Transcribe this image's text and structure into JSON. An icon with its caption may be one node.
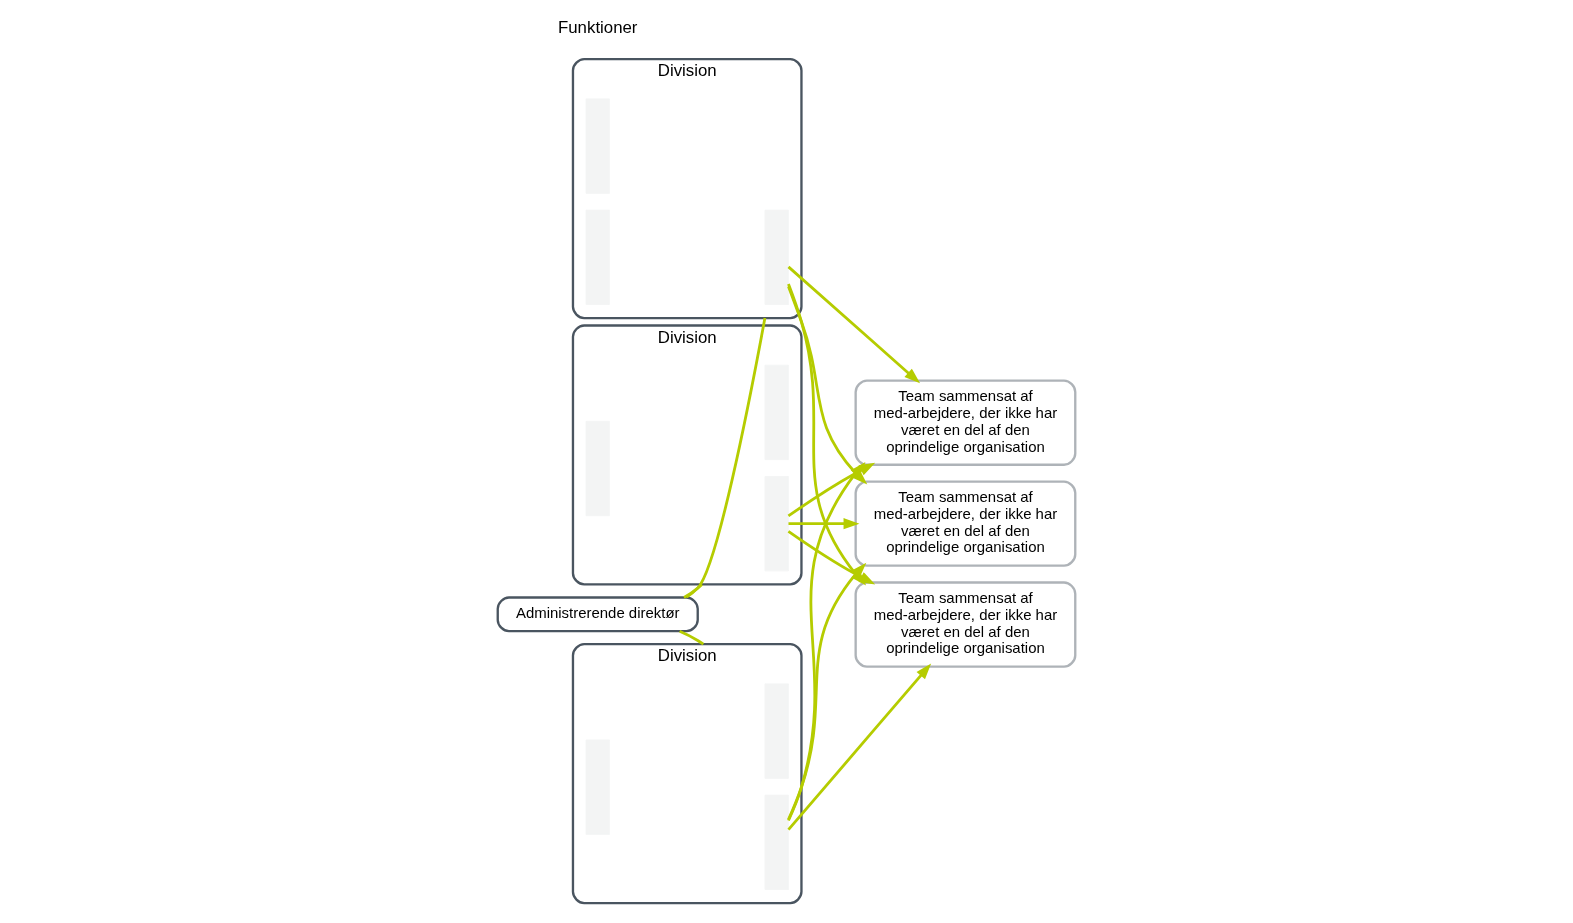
{
  "diagram": {
    "nodes": [
      {
        "text": [
          "Administrerende direktør"
        ]
      },
      {
        "text": [
          "Division"
        ]
      },
      {
        "text": [],
        "shape": "bar",
        "in": 1
      },
      {
        "text": [],
        "shape": "bar",
        "in": 1
      },
      {
        "text": [],
        "shape": "bar",
        "in": 1
      },
      {
        "text": [
          "Division"
        ]
      },
      {
        "text": [],
        "shape": "bar",
        "in": 5
      },
      {
        "text": [],
        "shape": "bar",
        "in": 5
      },
      {
        "text": [],
        "shape": "bar",
        "in": 5
      },
      {
        "text": [
          "Division"
        ]
      },
      {
        "text": [],
        "shape": "bar",
        "in": 9
      },
      {
        "text": [],
        "shape": "bar",
        "in": 9
      },
      {
        "text": [],
        "shape": "bar",
        "in": 9
      },
      {
        "text": [
          "Team sammensat af med-arbejdere, der ikke har været en del af den oprindelige organisation"
        ]
      },
      {
        "text": [
          "Team sammensat af med-arbejdere, der ikke har været en del af den oprindelige organisation"
        ]
      },
      {
        "text": [
          "Team sammensat af med-arbejdere, der ikke har været en del af den oprindelige organisation"
        ]
      }
    ],
    "edges": [
      {
        "from": 0,
        "to": 1,
        "arrow": "none"
      },
      {
        "from": 0,
        "to": 5,
        "arrow": "none"
      },
      {
        "from": 0,
        "to": 9,
        "arrow": "none"
      },
      {
        "from": 2,
        "to": 13,
        "arrow": "to"
      },
      {
        "from": 7,
        "to": 13,
        "arrow": "to"
      },
      {
        "from": 12,
        "to": 13,
        "arrow": "to"
      },
      {
        "from": 2,
        "to": 14,
        "arrow": "to"
      },
      {
        "from": 7,
        "to": 14,
        "arrow": "to"
      },
      {
        "from": 12,
        "to": 14,
        "arrow": "to"
      },
      {
        "from": 2,
        "to": 15,
        "arrow": "to"
      },
      {
        "from": 7,
        "to": 15,
        "arrow": "to"
      },
      {
        "from": 12,
        "to": 15,
        "arrow": "to"
      }
    ],
    "labels": [
      "Funktioner"
    ]
  }
}
